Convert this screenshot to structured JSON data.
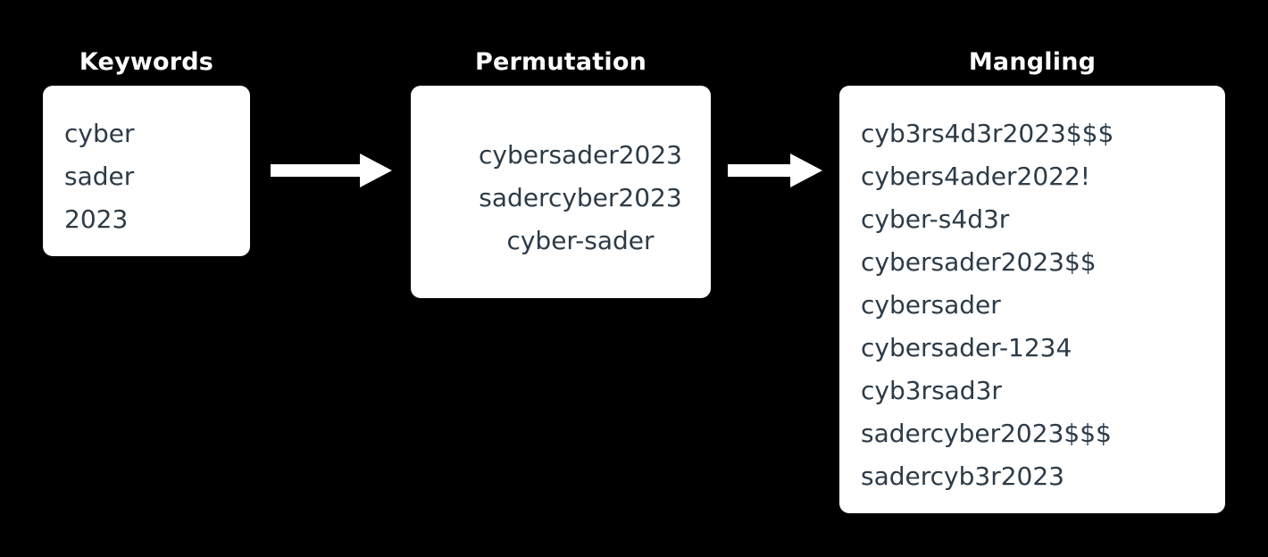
{
  "background_color": "#000000",
  "card_color": "#ffffff",
  "text_color": "#2d3b47",
  "title_color": "#ffffff",
  "arrow_color": "#ffffff",
  "stages": [
    {
      "id": "keywords",
      "title": "Keywords",
      "align": "left",
      "lines": [
        "cyber",
        "sader",
        "2023"
      ]
    },
    {
      "id": "permutation",
      "title": "Permutation",
      "align": "center",
      "lines": [
        "cybersader2023",
        "sadercyber2023",
        "cyber-sader"
      ]
    },
    {
      "id": "mangling",
      "title": "Mangling",
      "align": "left",
      "lines": [
        "cyb3rs4d3r2023$$$",
        "cybers4ader2022!",
        "cyber-s4d3r",
        "cybersader2023$$",
        "cybersader",
        "cybersader-1234",
        "cyb3rsad3r",
        "sadercyber2023$$$",
        "sadercyb3r2023"
      ]
    }
  ],
  "arrows": [
    {
      "id": "arrow-keywords-to-permutation",
      "direction": "right"
    },
    {
      "id": "arrow-permutation-to-mangling",
      "direction": "right"
    }
  ]
}
